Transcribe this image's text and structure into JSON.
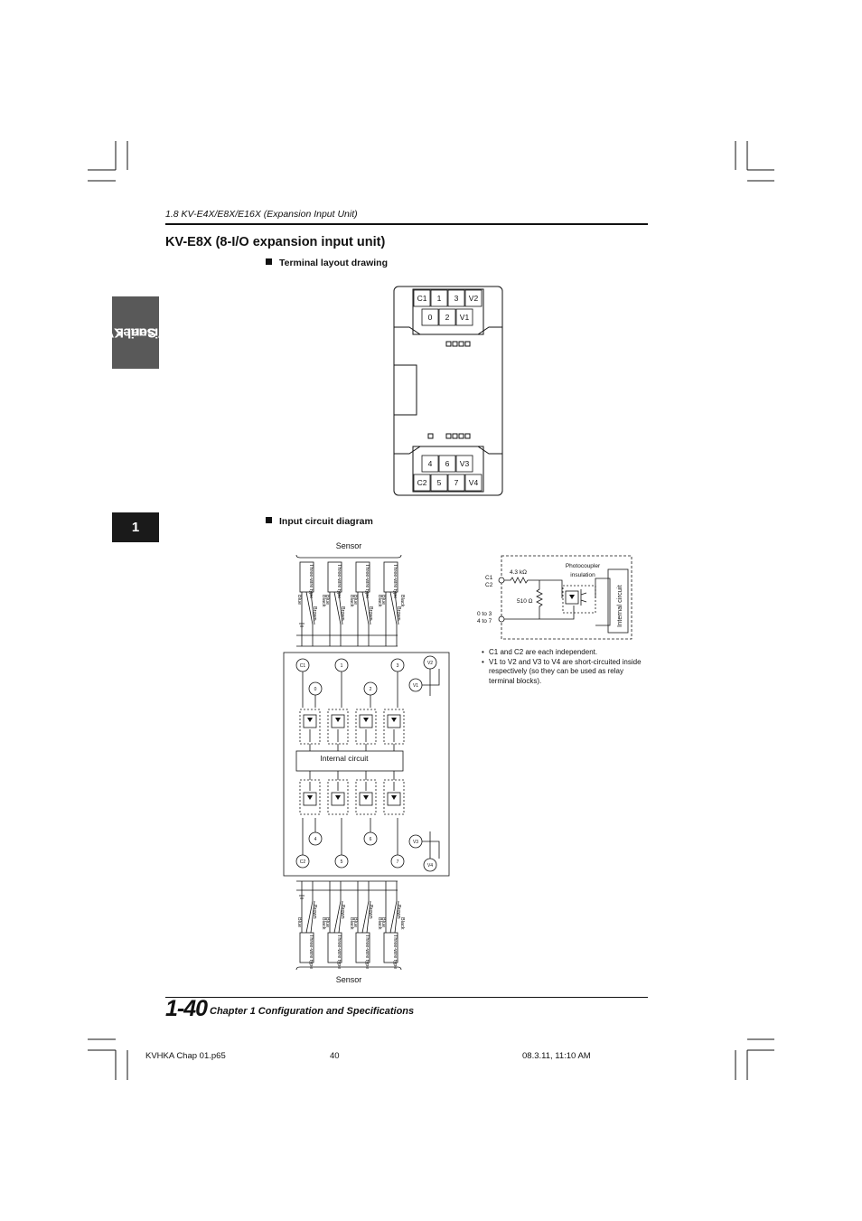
{
  "header": {
    "section_path": "1.8 KV-E4X/E8X/E16X  (Expansion Input Unit)",
    "title": "KV-E8X (8-I/O expansion input unit)"
  },
  "side_tab": {
    "line1": "Visual KV",
    "line2": "Series",
    "chapter_number": "1"
  },
  "terminal_layout": {
    "heading": "Terminal layout drawing",
    "top_row1": [
      "C1",
      "1",
      "3",
      "V2"
    ],
    "top_row2": [
      "0",
      "2",
      "V1"
    ],
    "bottom_row1": [
      "4",
      "6",
      "V3"
    ],
    "bottom_row2": [
      "C2",
      "5",
      "7",
      "V4"
    ]
  },
  "input_circuit": {
    "heading": "Input circuit diagram",
    "sensor_label": "Sensor",
    "sensor_type": "Three-wire type",
    "wire_blue": "Blue",
    "wire_black": "Black",
    "wire_brown": "Brown",
    "internal_circuit": "Internal circuit",
    "terminals_top": [
      "C1",
      "1",
      "3",
      "V2",
      "0",
      "2",
      "V1"
    ],
    "terminals_bottom": [
      "4",
      "6",
      "V3",
      "C2",
      "5",
      "7",
      "V4"
    ]
  },
  "equivalent_circuit": {
    "c1": "C1",
    "c2": "C2",
    "resistor1": "4.3 kΩ",
    "resistor2": "510 Ω",
    "input_a": "0 to 3",
    "input_b": "4 to 7",
    "photocoupler": "Photocoupler",
    "insulation": "insulation",
    "internal": "Internal circuit"
  },
  "notes": [
    "C1 and C2 are each independent.",
    "V1 to V2 and V3 to V4 are short-circuited inside respectively (so they can be used as relay terminal blocks)."
  ],
  "footer": {
    "page_number": "1-40",
    "chapter": "Chapter 1   Configuration and Specifications",
    "file": "KVHKA Chap 01.p65",
    "page": "40",
    "timestamp": "08.3.11, 11:10 AM"
  }
}
